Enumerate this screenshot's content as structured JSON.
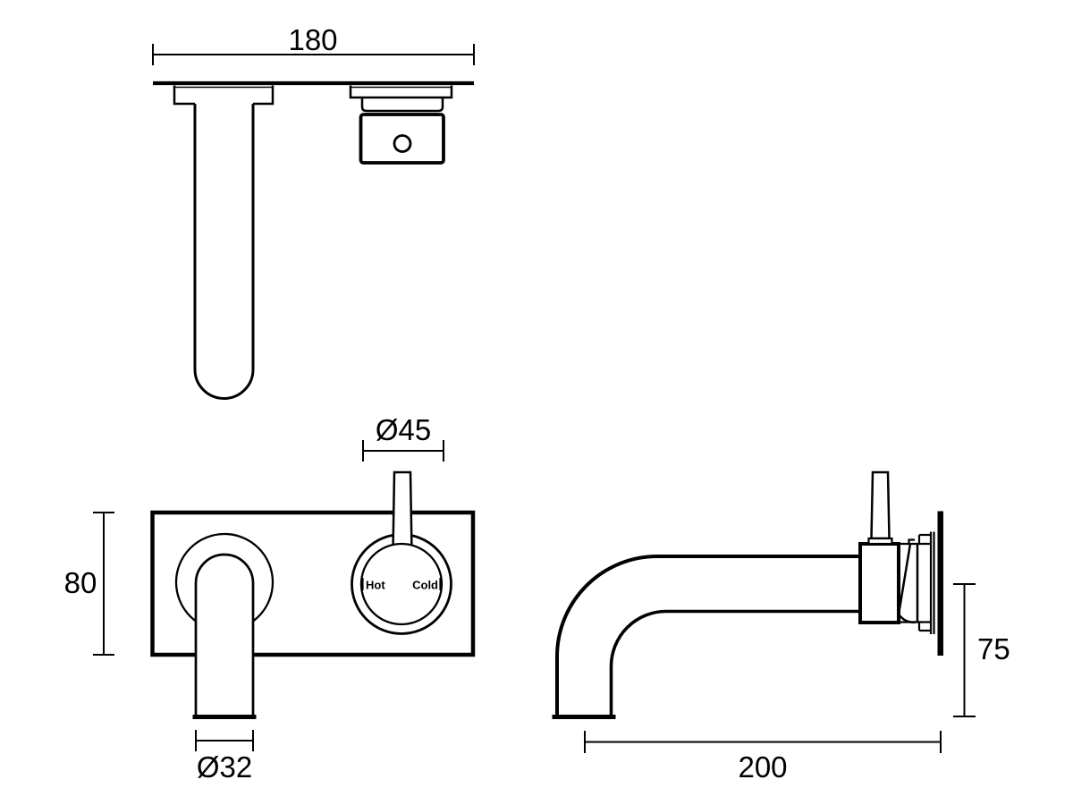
{
  "drawing": {
    "background_color": "#ffffff",
    "line_color": "#000000"
  },
  "top_view": {
    "width_dim": "180"
  },
  "front_view": {
    "height_dim": "80",
    "handle_dia_dim": "Ø45",
    "spout_dia_dim": "Ø32",
    "hot_label": "Hot",
    "cold_label": "Cold"
  },
  "side_view": {
    "reach_dim": "200",
    "height_dim": "75"
  }
}
